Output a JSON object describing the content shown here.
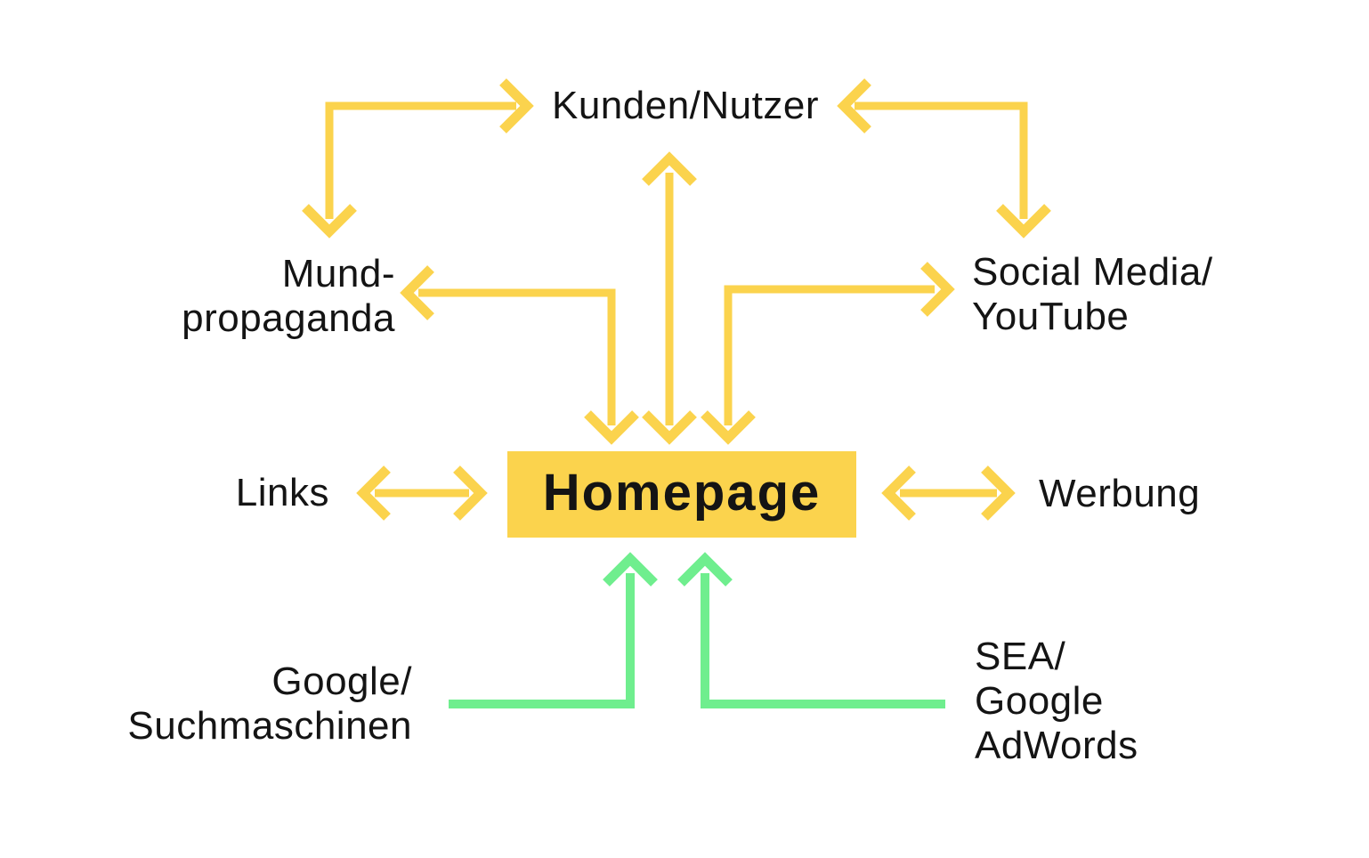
{
  "diagram": {
    "description": "Homepage traffic sources diagram",
    "background": "#FFFFFF",
    "colors": {
      "yellow": "#FBD34D",
      "green": "#6FEE8E",
      "text": "#141414"
    },
    "nodes": {
      "homepage": {
        "label": "Homepage"
      },
      "kunden": {
        "label": "Kunden/Nutzer"
      },
      "mund": {
        "line1": "Mund-",
        "line2": "propaganda"
      },
      "social": {
        "line1": "Social Media/",
        "line2": "YouTube"
      },
      "links": {
        "label": "Links"
      },
      "werbung": {
        "label": "Werbung"
      },
      "google": {
        "line1": "Google/",
        "line2": "Suchmaschinen"
      },
      "sea": {
        "line1": "SEA/",
        "line2": "Google",
        "line3": "AdWords"
      }
    },
    "edges": [
      {
        "from": "mund",
        "to": "kunden",
        "style": "yellow",
        "heads": "both"
      },
      {
        "from": "social",
        "to": "kunden",
        "style": "yellow",
        "heads": "both"
      },
      {
        "from": "homepage",
        "to": "kunden",
        "style": "yellow",
        "heads": "both"
      },
      {
        "from": "homepage",
        "to": "mund",
        "style": "yellow",
        "heads": "both"
      },
      {
        "from": "homepage",
        "to": "social",
        "style": "yellow",
        "heads": "both"
      },
      {
        "from": "homepage",
        "to": "links",
        "style": "yellow",
        "heads": "both"
      },
      {
        "from": "homepage",
        "to": "werbung",
        "style": "yellow",
        "heads": "both"
      },
      {
        "from": "google",
        "to": "homepage",
        "style": "green",
        "heads": "single"
      },
      {
        "from": "sea",
        "to": "homepage",
        "style": "green",
        "heads": "single"
      }
    ]
  }
}
